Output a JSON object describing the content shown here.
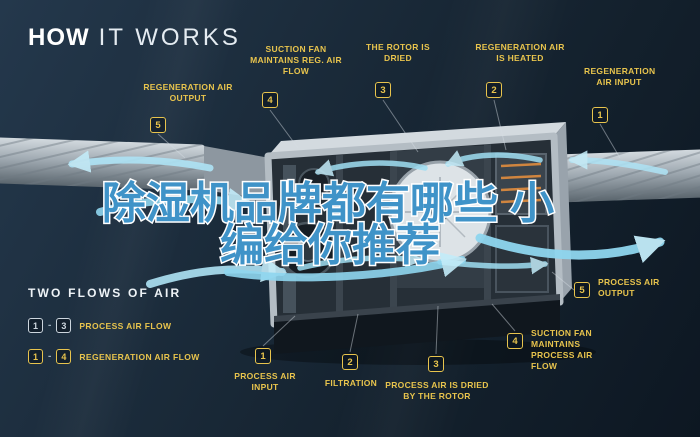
{
  "title": {
    "word_bold": "HOW",
    "word_light": "IT WORKS"
  },
  "watermark": {
    "line1": "除湿机品牌都有哪些 小",
    "line2": "编给你推荐"
  },
  "regeneration_callouts": [
    {
      "num": "1",
      "label": "REGENERATION AIR INPUT"
    },
    {
      "num": "2",
      "label": "REGENERATION AIR IS HEATED"
    },
    {
      "num": "3",
      "label": "THE ROTOR IS DRIED"
    },
    {
      "num": "4",
      "label": "SUCTION FAN MAINTAINS REG. AIR FLOW"
    },
    {
      "num": "5",
      "label": "REGENERATION AIR OUTPUT"
    }
  ],
  "process_callouts": [
    {
      "num": "1",
      "label": "PROCESS AIR INPUT"
    },
    {
      "num": "2",
      "label": "FILTRATION"
    },
    {
      "num": "3",
      "label": "PROCESS AIR IS DRIED BY THE ROTOR"
    },
    {
      "num": "4",
      "label": "SUCTION FAN MAINTAINS PROCESS AIR FLOW"
    },
    {
      "num": "5",
      "label": "PROCESS AIR OUTPUT"
    }
  ],
  "legend": {
    "heading": "TWO FLOWS OF AIR",
    "rows": [
      {
        "start": "1",
        "dash": "-",
        "end": "3",
        "label": "PROCESS AIR FLOW"
      },
      {
        "start": "1",
        "dash": "-",
        "end": "4",
        "label": "REGENERATION AIR FLOW"
      }
    ]
  },
  "colors": {
    "background": "#16242f",
    "accent_yellow": "#e8c44d",
    "airflow_cyan": "#9fdef2",
    "watermark_blue": "#3f93c8",
    "machine_gray": "#b4bdc4"
  }
}
